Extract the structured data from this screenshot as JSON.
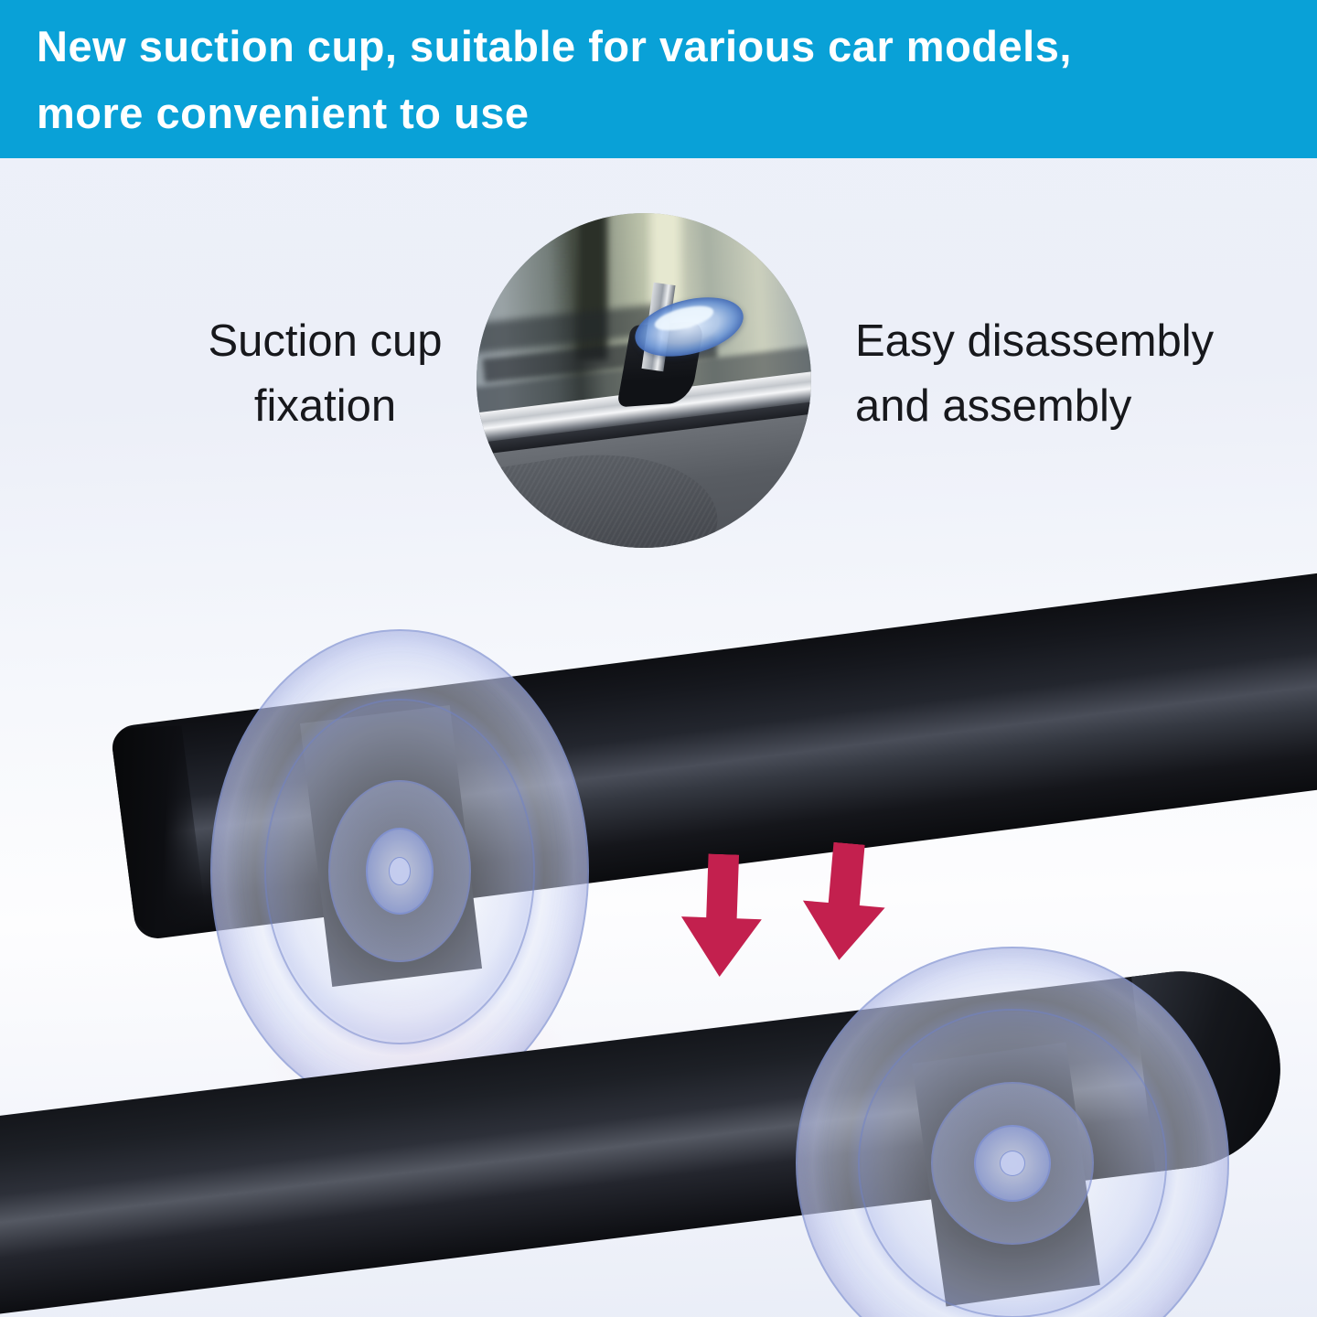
{
  "banner": {
    "line1": "New suction cup, suitable for various car models,",
    "line2": "more convenient to use",
    "bg_color": "#09a1d7",
    "text_color": "#ffffff"
  },
  "captions": {
    "left": {
      "line1": "Suction cup",
      "line2": "fixation"
    },
    "right": {
      "line1": "Easy disassembly",
      "line2": "and assembly"
    },
    "text_color": "#17181c"
  },
  "inset_photo": {
    "description": "Close-up of clear suction cup with black clip fixing a rolled sunshade bar on a car dashboard under the windshield"
  },
  "product_photos": {
    "top": {
      "description": "Black sunshade roller rod with large transparent suction cup attached"
    },
    "bottom": {
      "description": "Black sunshade roller rod with large transparent suction cup attached"
    }
  },
  "arrows": {
    "direction": "down",
    "count": 2,
    "color": "#c3204e"
  },
  "palette": {
    "background": "#edf0f9",
    "rod_black": "#15171c",
    "cup_tint": "rgba(200,208,242,0.6)"
  }
}
